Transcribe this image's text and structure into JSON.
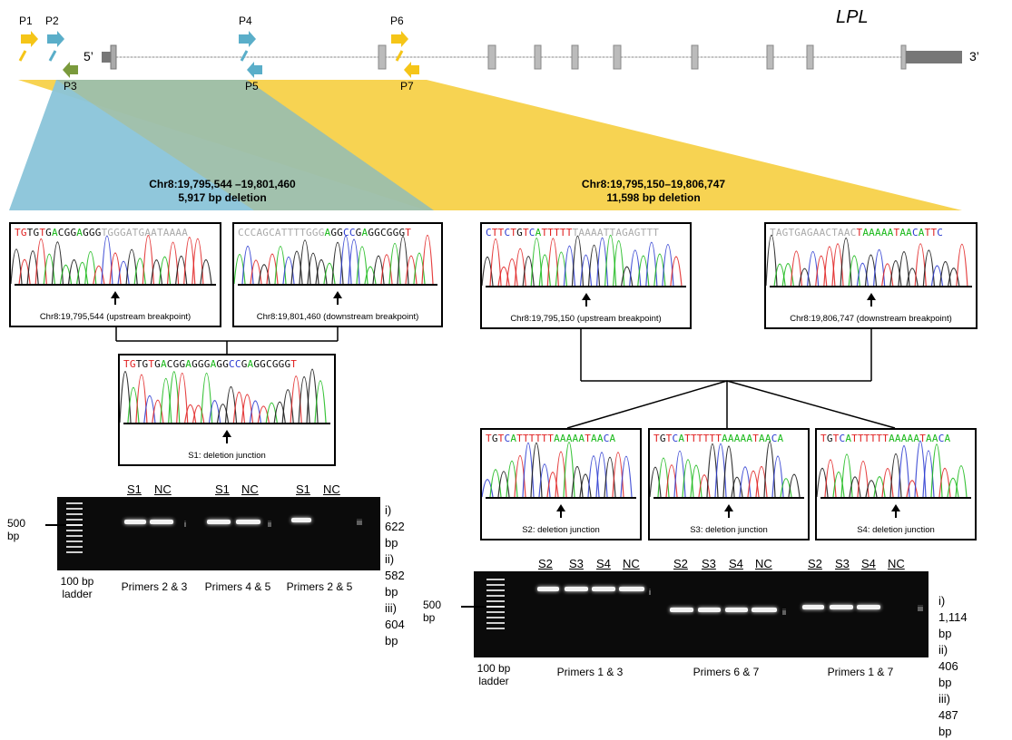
{
  "gene": {
    "name": "LPL",
    "five_prime": "5’",
    "three_prime": "3’"
  },
  "primers": [
    "P1",
    "P2",
    "P3",
    "P4",
    "P5",
    "P6",
    "P7"
  ],
  "deletion_left": {
    "coords": "Chr8:19,795,544 –19,801,460",
    "size": "5,917 bp deletion"
  },
  "deletion_right": {
    "coords": "Chr8:19,795,150–19,806,747",
    "size": "11,598 bp deletion"
  },
  "chromatograms": {
    "c1": {
      "caption": "Chr8:19,795,544 (upstream breakpoint)",
      "seq": [
        [
          "TG",
          "r"
        ],
        [
          "TG",
          "k"
        ],
        [
          "T",
          "r"
        ],
        [
          "G",
          "k"
        ],
        [
          "A",
          "g"
        ],
        [
          "CGG",
          "k"
        ],
        [
          "A",
          "g"
        ],
        [
          "GGG",
          "k"
        ],
        [
          "TGGGATGAATAAAA",
          "l"
        ]
      ]
    },
    "c2": {
      "caption": "Chr8:19,801,460 (downstream breakpoint)",
      "seq": [
        [
          "CCCAGCATTTTGGG",
          "l"
        ],
        [
          "A",
          "g"
        ],
        [
          "GG",
          "k"
        ],
        [
          "CC",
          "b"
        ],
        [
          "G",
          "k"
        ],
        [
          "A",
          "g"
        ],
        [
          "GG",
          "k"
        ],
        [
          "CGGG",
          "k"
        ],
        [
          "T",
          "r"
        ]
      ]
    },
    "s1": {
      "caption": "S1: deletion junction",
      "seq": [
        [
          "TG",
          "r"
        ],
        [
          "TG",
          "k"
        ],
        [
          "T",
          "r"
        ],
        [
          "G",
          "k"
        ],
        [
          "A",
          "g"
        ],
        [
          "CGG",
          "k"
        ],
        [
          "A",
          "g"
        ],
        [
          "GGG",
          "k"
        ],
        [
          "A",
          "g"
        ],
        [
          "GG",
          "k"
        ],
        [
          "CC",
          "b"
        ],
        [
          "G",
          "k"
        ],
        [
          "A",
          "g"
        ],
        [
          "GGCGGG",
          "k"
        ],
        [
          "T",
          "r"
        ]
      ]
    },
    "c3": {
      "caption": "Chr8:19,795,150 (upstream breakpoint)",
      "seq": [
        [
          "C",
          "b"
        ],
        [
          "TT",
          "r"
        ],
        [
          "C",
          "b"
        ],
        [
          "T",
          "r"
        ],
        [
          "G",
          "k"
        ],
        [
          "T",
          "r"
        ],
        [
          "C",
          "b"
        ],
        [
          "A",
          "g"
        ],
        [
          "TTTTT",
          "r"
        ],
        [
          "TAAAATTAGAGTTT",
          "l"
        ]
      ]
    },
    "c4": {
      "caption": "Chr8:19,806,747 (downstream breakpoint)",
      "seq": [
        [
          "TAGTGAGAACTAAC",
          "l"
        ],
        [
          "T",
          "r"
        ],
        [
          "AAAAA",
          "g"
        ],
        [
          "T",
          "r"
        ],
        [
          "AA",
          "g"
        ],
        [
          "C",
          "b"
        ],
        [
          "A",
          "g"
        ],
        [
          "TT",
          "r"
        ],
        [
          "C",
          "b"
        ]
      ]
    },
    "s2": {
      "caption": "S2: deletion junction",
      "seq": [
        [
          "T",
          "r"
        ],
        [
          "G",
          "k"
        ],
        [
          "T",
          "r"
        ],
        [
          "C",
          "b"
        ],
        [
          "A",
          "g"
        ],
        [
          "TTTTTT",
          "r"
        ],
        [
          "AAAAA",
          "g"
        ],
        [
          "T",
          "r"
        ],
        [
          "AA",
          "g"
        ],
        [
          "C",
          "b"
        ],
        [
          "A",
          "g"
        ]
      ]
    },
    "s3": {
      "caption": "S3: deletion junction",
      "seq": [
        [
          "T",
          "r"
        ],
        [
          "G",
          "k"
        ],
        [
          "T",
          "r"
        ],
        [
          "C",
          "b"
        ],
        [
          "A",
          "g"
        ],
        [
          "TTTTTT",
          "r"
        ],
        [
          "AAAAA",
          "g"
        ],
        [
          "T",
          "r"
        ],
        [
          "AA",
          "g"
        ],
        [
          "C",
          "b"
        ],
        [
          "A",
          "g"
        ]
      ]
    },
    "s4": {
      "caption": "S4: deletion junction",
      "seq": [
        [
          "T",
          "r"
        ],
        [
          "G",
          "k"
        ],
        [
          "T",
          "r"
        ],
        [
          "C",
          "b"
        ],
        [
          "A",
          "g"
        ],
        [
          "TTTTTT",
          "r"
        ],
        [
          "AAAAA",
          "g"
        ],
        [
          "T",
          "r"
        ],
        [
          "AA",
          "g"
        ],
        [
          "C",
          "b"
        ],
        [
          "A",
          "g"
        ]
      ]
    }
  },
  "gel_left": {
    "marker": "500 bp",
    "ladder": "100 bp ladder",
    "lanes": [
      "S1",
      "NC",
      "S1",
      "NC",
      "S1",
      "NC"
    ],
    "groups": [
      "Primers 2 & 3",
      "Primers 4 & 5",
      "Primers 2 & 5"
    ],
    "roman": [
      "i",
      "ii",
      "iii"
    ],
    "sizes": [
      "i) 622 bp",
      "ii) 582 bp",
      "iii) 604 bp"
    ]
  },
  "gel_right": {
    "marker": "500 bp",
    "ladder": "100 bp ladder",
    "lanes": [
      "S2",
      "S3",
      "S4",
      "NC",
      "S2",
      "S3",
      "S4",
      "NC",
      "S2",
      "S3",
      "S4",
      "NC"
    ],
    "groups": [
      "Primers 1 & 3",
      "Primers 6 & 7",
      "Primers 1 & 7"
    ],
    "roman": [
      "i",
      "ii",
      "iii"
    ],
    "sizes": [
      "i) 1,114 bp",
      "ii) 406 bp",
      "iii) 487 bp"
    ]
  },
  "colors": {
    "yellow": "#f7d352",
    "blue": "#8ac4d9",
    "primer_yellow": "#f5c518",
    "primer_blue": "#5aaec9",
    "primer_green": "#7a9a3c"
  }
}
